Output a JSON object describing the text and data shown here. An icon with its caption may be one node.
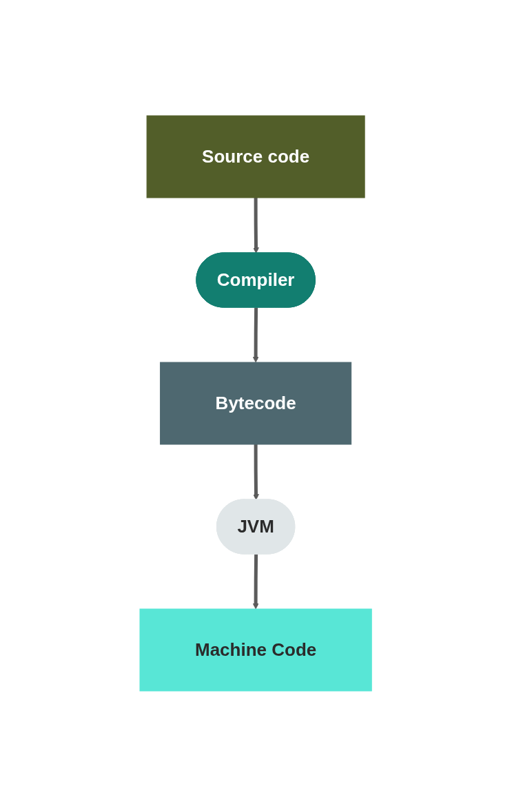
{
  "diagram": {
    "nodes": [
      {
        "text": [
          "Source code"
        ]
      },
      {
        "text": [
          "Compiler"
        ]
      },
      {
        "text": [
          "Bytecode"
        ]
      },
      {
        "text": [
          "JVM"
        ]
      },
      {
        "text": [
          "Machine Code"
        ]
      }
    ],
    "edges": [
      {
        "from": 0,
        "to": 1,
        "arrow": "to"
      },
      {
        "from": 1,
        "to": 2,
        "arrow": "to"
      },
      {
        "from": 2,
        "to": 3,
        "arrow": "to"
      },
      {
        "from": 3,
        "to": 4,
        "arrow": "to"
      }
    ]
  }
}
